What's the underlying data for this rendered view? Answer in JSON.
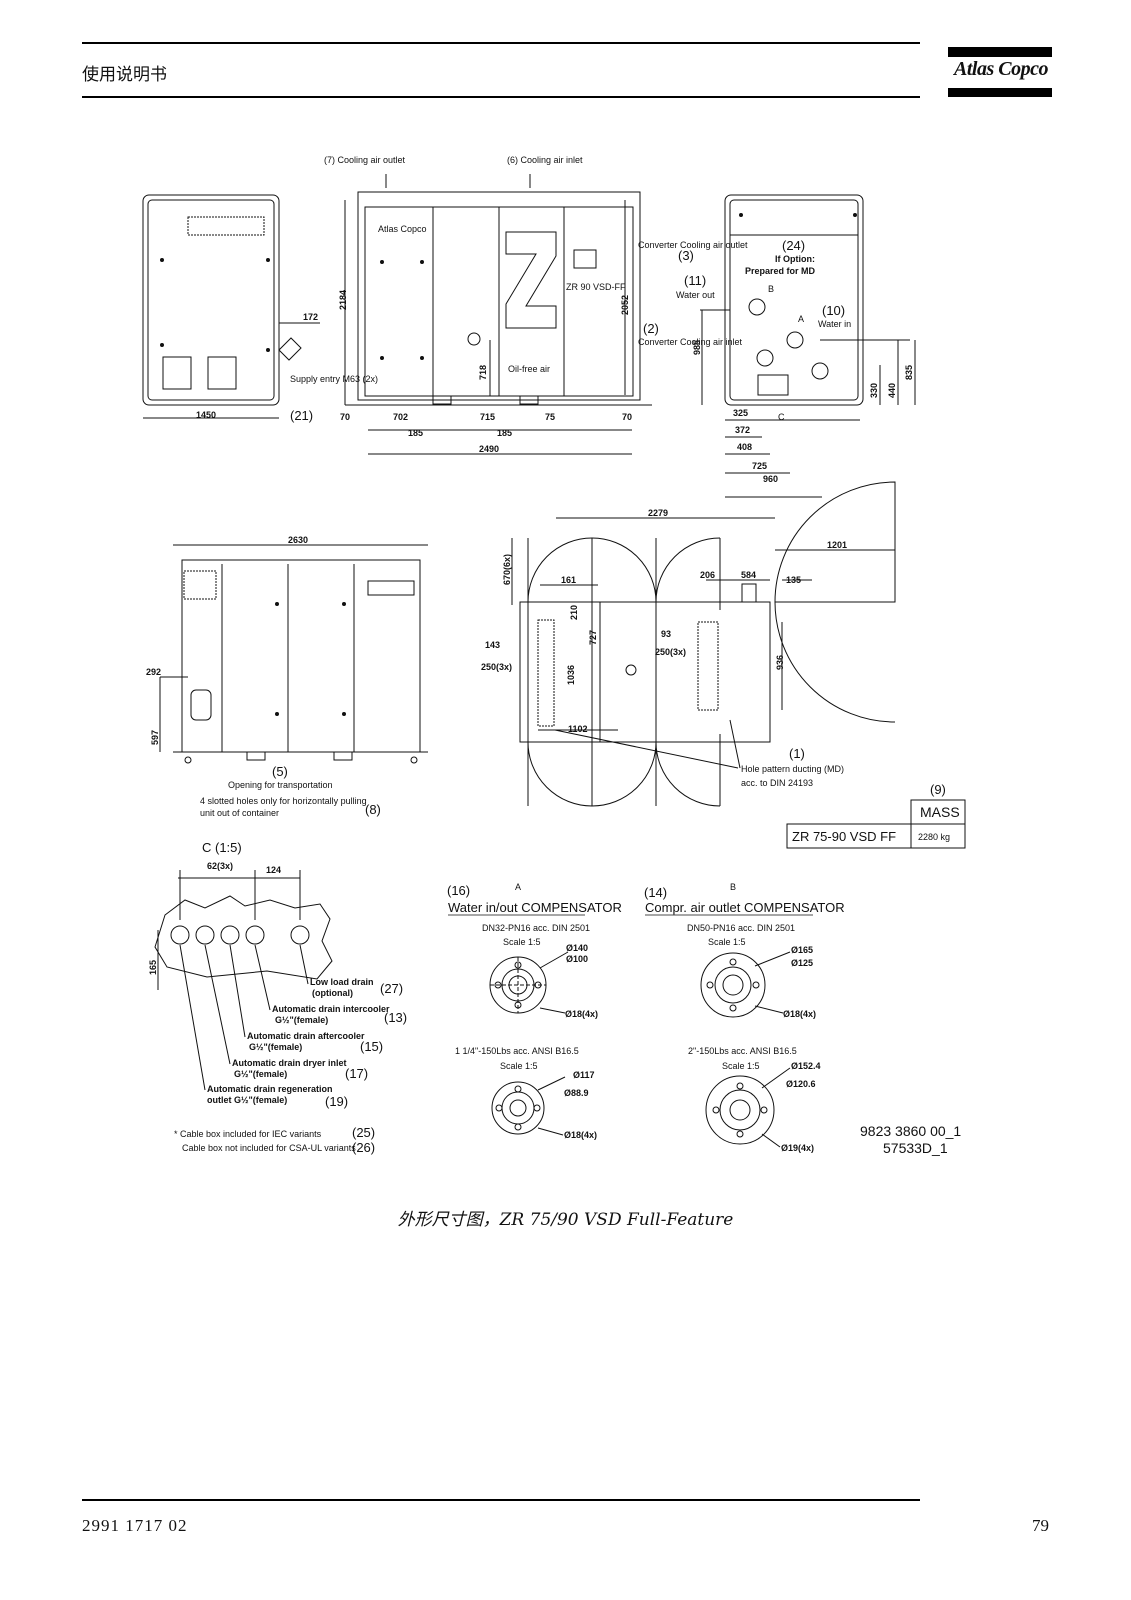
{
  "header": {
    "title": "使用说明书",
    "brand": "Atlas Copco"
  },
  "figure": {
    "caption": "外形尺寸图，ZR 75/90 VSD Full-Feature",
    "doc_ref_1": "9823 3860 00_1",
    "doc_ref_2": "57533D_1",
    "top_labels": {
      "cooling_air_outlet": "(7) Cooling air outlet",
      "cooling_air_inlet": "(6) Cooling air inlet",
      "supply_entry": "Supply entry M63 (2x)",
      "supply_ref": "(21)",
      "converter_outlet": "Converter Cooling air outlet",
      "converter_outlet_ref": "(3)",
      "converter_inlet": "Converter Cooling air inlet",
      "converter_inlet_ref": "(2)",
      "water_out": "Water out",
      "water_out_ref": "(11)",
      "water_in": "Water in",
      "water_in_ref": "(10)",
      "option_ref": "(24)",
      "option_line1": "If Option:",
      "option_line2": "Prepared for MD",
      "unit_label": "ZR 90 VSD-FF",
      "panel_brand": "Atlas Copco",
      "oil_free": "Oil-free air",
      "letter_a": "A",
      "letter_b": "B",
      "letter_c": "C"
    },
    "dims_top": [
      "1450",
      "172",
      "2184",
      "718",
      "2052",
      "70",
      "702",
      "715",
      "75",
      "70",
      "185",
      "185",
      "2490",
      "985",
      "330",
      "440",
      "835",
      "325",
      "372",
      "408",
      "725",
      "960"
    ],
    "dims_mid": [
      "2630",
      "292",
      "597",
      "2279",
      "1201",
      "670(6x)",
      "161",
      "210",
      "727",
      "1036",
      "143",
      "250(3x)",
      "1102",
      "206",
      "584",
      "135",
      "93",
      "250(3x)",
      "936"
    ],
    "mid_labels": {
      "transport_ref": "(5)",
      "transport": "Opening for transportation",
      "slotted": "4 slotted holes only for horizontally pulling",
      "slotted_2": "unit out of container",
      "slotted_ref": "(8)",
      "hole_ref": "(1)",
      "hole_pattern": "Hole pattern ducting (MD)",
      "hole_pattern_2": "acc. to DIN 24193"
    },
    "mass_table": {
      "ref": "(9)",
      "header": "MASS",
      "model": "ZR 75-90 VSD FF",
      "value": "2280 kg"
    },
    "detail_c": {
      "title": "C (1:5)",
      "dim_1": "62(3x)",
      "dim_2": "124",
      "dim_3": "165",
      "drains": [
        {
          "line1": "Low load drain",
          "line2": "(optional)",
          "ref": "(27)"
        },
        {
          "line1": "Automatic drain intercooler",
          "line2": "G½\"(female)",
          "ref": "(13)"
        },
        {
          "line1": "Automatic drain aftercooler",
          "line2": "G½\"(female)",
          "ref": "(15)"
        },
        {
          "line1": "Automatic drain dryer inlet",
          "line2": "G½\"(female)",
          "ref": "(17)"
        },
        {
          "line1": "Automatic drain regeneration",
          "line2": "outlet G½\"(female)",
          "ref": "(19)"
        }
      ],
      "note_1": "* Cable box included for IEC variants",
      "note_1_ref": "(25)",
      "note_2": "Cable box not included for CSA-UL variants",
      "note_2_ref": "(26)"
    },
    "comp_a": {
      "ref": "(16)",
      "letter": "A",
      "title": "Water in/out COMPENSATOR",
      "std_1": "DN32-PN16 acc. DIN 2501",
      "scale_1": "Scale 1:5",
      "d_outer_1": "Ø140",
      "d_inner_1": "Ø100",
      "d_holes_1": "Ø18(4x)",
      "std_2": "1 1/4\"-150Lbs acc. ANSI B16.5",
      "scale_2": "Scale 1:5",
      "d_outer_2": "Ø117",
      "d_inner_2": "Ø88.9",
      "d_holes_2": "Ø18(4x)"
    },
    "comp_b": {
      "ref": "(14)",
      "letter": "B",
      "title": "Compr. air outlet COMPENSATOR",
      "std_1": "DN50-PN16 acc. DIN 2501",
      "scale_1": "Scale 1:5",
      "d_outer_1": "Ø165",
      "d_inner_1": "Ø125",
      "d_holes_1": "Ø18(4x)",
      "std_2": "2\"-150Lbs acc. ANSI B16.5",
      "scale_2": "Scale 1:5",
      "d_outer_2": "Ø152.4",
      "d_inner_2": "Ø120.6",
      "d_holes_2": "Ø19(4x)"
    }
  },
  "footer": {
    "doc_number": "2991 1717 02",
    "page": "79"
  }
}
